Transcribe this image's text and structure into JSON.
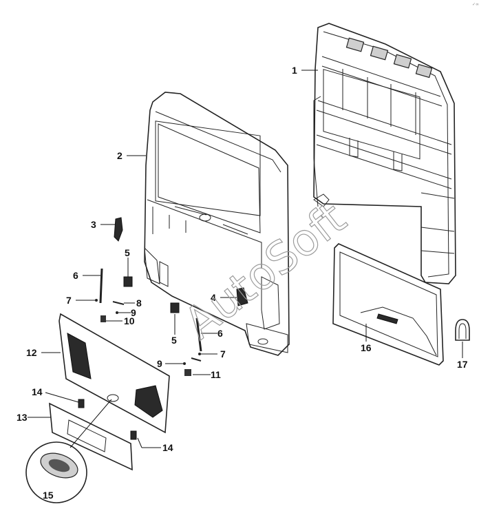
{
  "diagram": {
    "callouts": [
      {
        "id": "c1",
        "label": "1"
      },
      {
        "id": "c2",
        "label": "2"
      },
      {
        "id": "c3",
        "label": "3"
      },
      {
        "id": "c4",
        "label": "4"
      },
      {
        "id": "c5a",
        "label": "5"
      },
      {
        "id": "c5b",
        "label": "5"
      },
      {
        "id": "c6a",
        "label": "6"
      },
      {
        "id": "c6b",
        "label": "6"
      },
      {
        "id": "c7a",
        "label": "7"
      },
      {
        "id": "c7b",
        "label": "7"
      },
      {
        "id": "c8",
        "label": "8"
      },
      {
        "id": "c9a",
        "label": "9"
      },
      {
        "id": "c9b",
        "label": "9"
      },
      {
        "id": "c10",
        "label": "10"
      },
      {
        "id": "c11",
        "label": "11"
      },
      {
        "id": "c12",
        "label": "12"
      },
      {
        "id": "c13",
        "label": "13"
      },
      {
        "id": "c14a",
        "label": "14"
      },
      {
        "id": "c14b",
        "label": "14"
      },
      {
        "id": "c15",
        "label": "15"
      },
      {
        "id": "c16",
        "label": "16"
      },
      {
        "id": "c17",
        "label": "17"
      }
    ],
    "watermark": "AutoSoft",
    "corner_mark": "✓∞"
  }
}
